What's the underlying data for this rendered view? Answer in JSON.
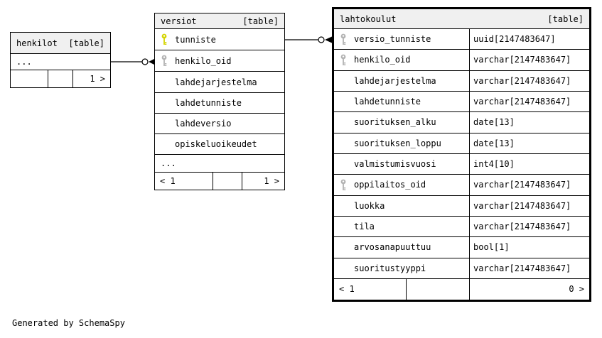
{
  "diagram": {
    "generator_note": "Generated by SchemaSpy"
  },
  "colors": {
    "primary_key": "#d4d400",
    "foreign_key": "#b3b3b3",
    "header_bg": "#f0f0f0",
    "border": "#000000",
    "background": "#ffffff"
  },
  "tables": [
    {
      "name": "henkilot",
      "tag": "[table]",
      "ellipsis": "...",
      "pager": [
        "",
        "",
        "1 >"
      ]
    },
    {
      "name": "versiot",
      "tag": "[table]",
      "columns": [
        {
          "name": "tunniste",
          "key": "primary"
        },
        {
          "name": "henkilo_oid",
          "key": "foreign"
        },
        {
          "name": "lahdejarjestelma",
          "key": null
        },
        {
          "name": "lahdetunniste",
          "key": null
        },
        {
          "name": "lahdeversio",
          "key": null
        },
        {
          "name": "opiskeluoikeudet",
          "key": null
        }
      ],
      "ellipsis": "...",
      "pager": [
        "< 1",
        "",
        "1 >"
      ]
    },
    {
      "name": "lahtokoulut",
      "tag": "[table]",
      "columns": [
        {
          "name": "versio_tunniste",
          "type": "uuid[2147483647]",
          "key": "foreign"
        },
        {
          "name": "henkilo_oid",
          "type": "varchar[2147483647]",
          "key": "foreign"
        },
        {
          "name": "lahdejarjestelma",
          "type": "varchar[2147483647]",
          "key": null
        },
        {
          "name": "lahdetunniste",
          "type": "varchar[2147483647]",
          "key": null
        },
        {
          "name": "suorituksen_alku",
          "type": "date[13]",
          "key": null
        },
        {
          "name": "suorituksen_loppu",
          "type": "date[13]",
          "key": null
        },
        {
          "name": "valmistumisvuosi",
          "type": "int4[10]",
          "key": null
        },
        {
          "name": "oppilaitos_oid",
          "type": "varchar[2147483647]",
          "key": "foreign"
        },
        {
          "name": "luokka",
          "type": "varchar[2147483647]",
          "key": null
        },
        {
          "name": "tila",
          "type": "varchar[2147483647]",
          "key": null
        },
        {
          "name": "arvosanapuuttuu",
          "type": "bool[1]",
          "key": null
        },
        {
          "name": "suoritustyyppi",
          "type": "varchar[2147483647]",
          "key": null
        }
      ],
      "pager": [
        "< 1",
        "",
        "0 >"
      ]
    }
  ],
  "relationships": [
    {
      "from_table": "henkilot",
      "to_table": "versiot",
      "to_column": "henkilo_oid",
      "marker": "open-circle-arrow"
    },
    {
      "from_table": "versiot",
      "from_column": "tunniste",
      "to_table": "lahtokoulut",
      "to_column": "versio_tunniste",
      "marker": "open-circle-arrow"
    }
  ]
}
